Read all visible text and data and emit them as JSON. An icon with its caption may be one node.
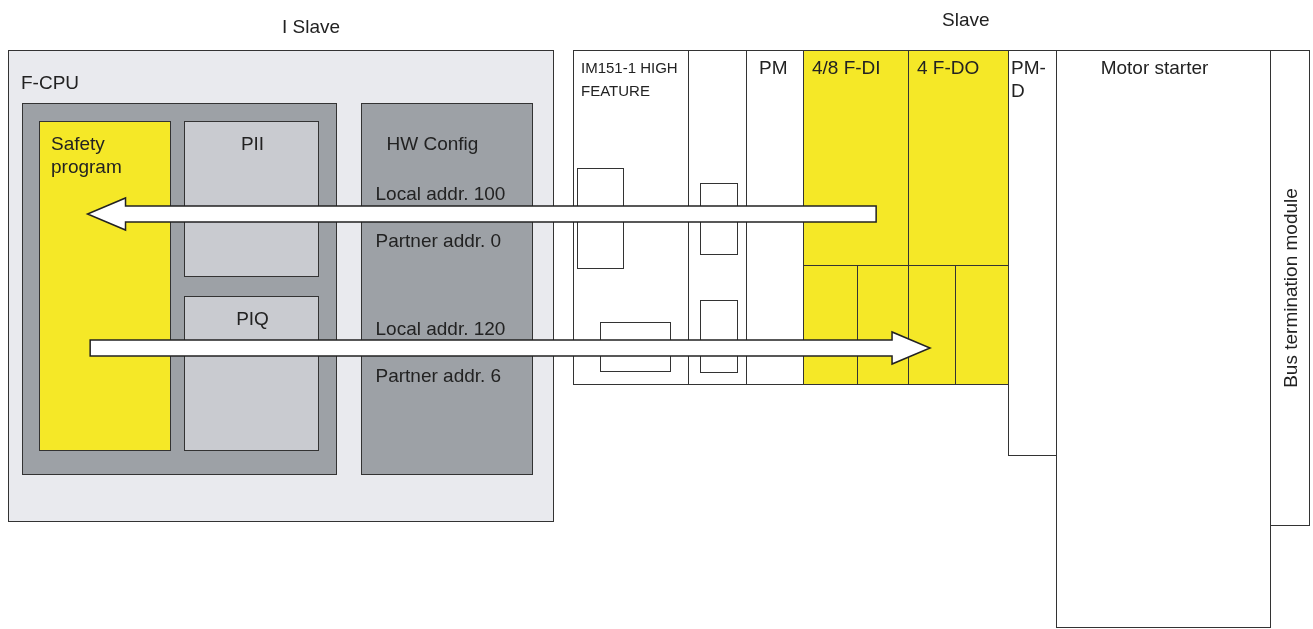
{
  "diagram": {
    "nodes": [
      {
        "text": [
          "I Slave",
          "F-CPU"
        ]
      },
      {
        "text": [],
        "shape": "box",
        "in": 0
      },
      {
        "text": [
          "Safety program"
        ],
        "in": 1
      },
      {
        "text": [
          "PII"
        ],
        "in": 1
      },
      {
        "text": [
          "PIQ"
        ],
        "in": 1
      },
      {
        "text": [
          "HW Config",
          "Local addr. 100",
          "Partner addr. 0",
          "Local addr. 120",
          "Partner addr. 6"
        ],
        "in": 0
      },
      {
        "text": [
          "IM151-1 HIGH FEATURE"
        ]
      },
      {
        "text": [],
        "shape": "box",
        "in": 6
      },
      {
        "text": [],
        "shape": "box",
        "in": 6
      },
      {
        "text": [],
        "shape": "box"
      },
      {
        "text": [],
        "shape": "box",
        "in": 9
      },
      {
        "text": [],
        "shape": "box",
        "in": 9
      },
      {
        "text": [
          "PM"
        ]
      },
      {
        "text": [
          "4/8 F-DI"
        ]
      },
      {
        "text": [],
        "shape": "box",
        "in": 13
      },
      {
        "text": [],
        "shape": "box",
        "in": 13
      },
      {
        "text": [
          "4 F-DO"
        ]
      },
      {
        "text": [],
        "shape": "box",
        "in": 16
      },
      {
        "text": [],
        "shape": "box",
        "in": 16
      },
      {
        "text": [
          "PM-D"
        ]
      },
      {
        "text": [
          "Motor starter"
        ]
      },
      {
        "text": [
          "Bus termination module"
        ]
      }
    ],
    "edges": [
      {
        "from": 13,
        "to": 2,
        "arrow": "to",
        "style": "thick"
      },
      {
        "from": 2,
        "to": 17,
        "arrow": "to",
        "style": "thick"
      }
    ],
    "labels": [
      "Slave"
    ]
  }
}
